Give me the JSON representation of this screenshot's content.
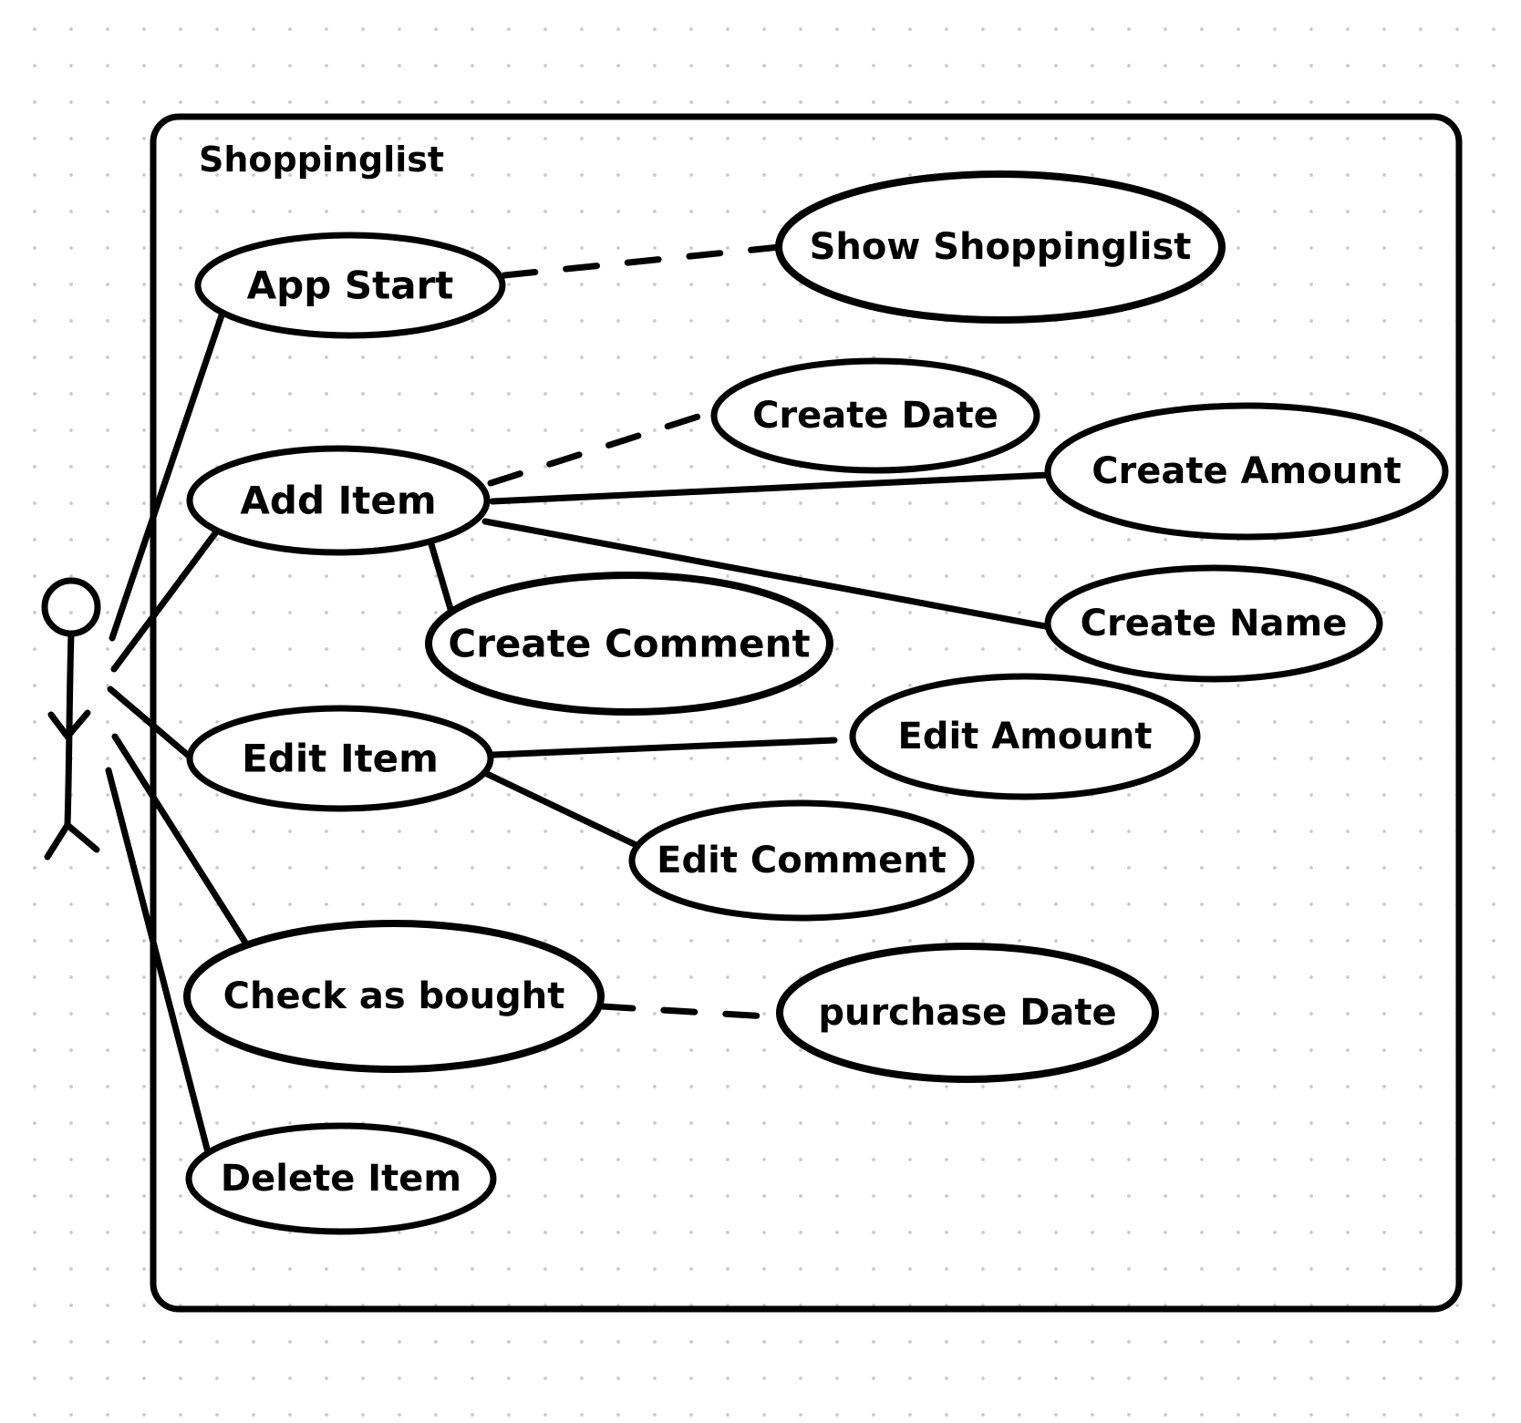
{
  "system": {
    "title": "Shoppinglist"
  },
  "use_cases": {
    "app_start": "App Start",
    "show_shoppinglist": "Show Shoppinglist",
    "create_date": "Create Date",
    "add_item": "Add Item",
    "create_amount": "Create Amount",
    "create_comment": "Create Comment",
    "create_name": "Create Name",
    "edit_item": "Edit Item",
    "edit_amount": "Edit Amount",
    "edit_comment": "Edit Comment",
    "check_as_bought": "Check as bought",
    "purchase_date": "purchase Date",
    "delete_item": "Delete Item"
  },
  "colors": {
    "ink": "#000000",
    "paper": "#ffffff",
    "dot_grid": "#c9c9c9"
  }
}
